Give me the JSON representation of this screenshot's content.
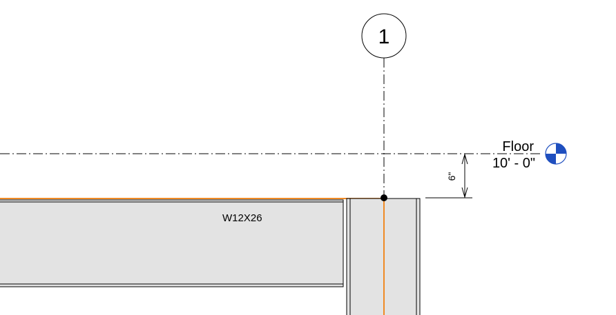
{
  "grid": {
    "label": "1"
  },
  "level": {
    "name": "Floor",
    "elevation": "10' - 0\"",
    "marker_colors": {
      "fill": "#1f4fbf",
      "alt": "#ffffff"
    }
  },
  "beam": {
    "tag": "W12X26"
  },
  "dimension": {
    "value": "6\""
  },
  "colors": {
    "line": "#000000",
    "beam_fill": "#e3e3e3",
    "highlight": "#f08a24"
  }
}
